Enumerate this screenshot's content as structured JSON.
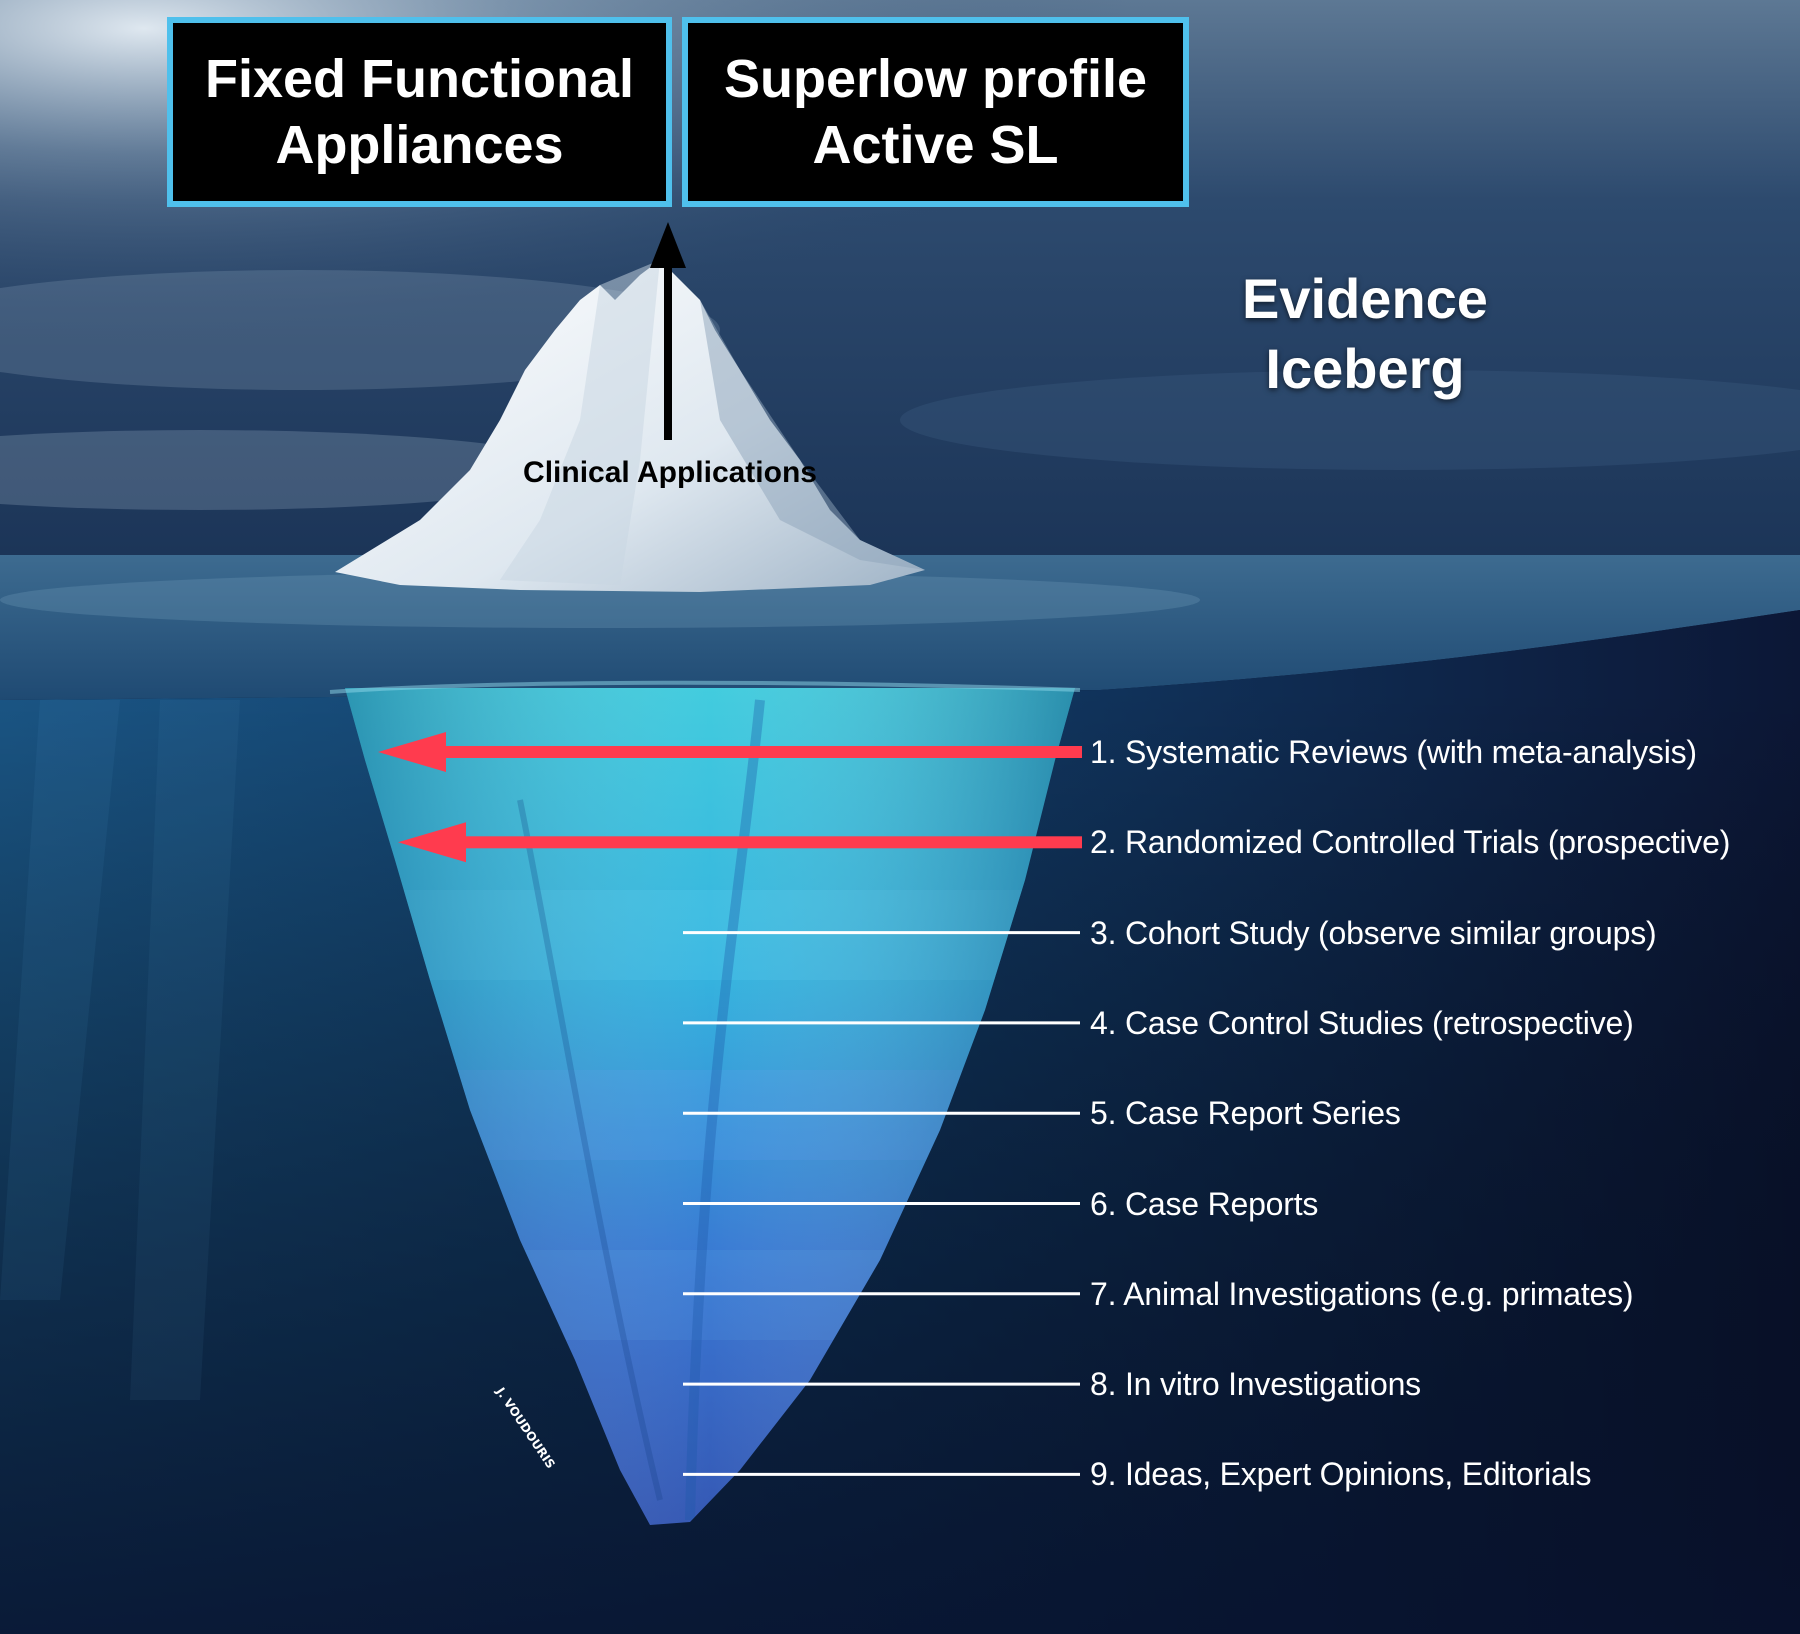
{
  "header_boxes": {
    "left_lines": [
      "Fixed Functional",
      "Appliances"
    ],
    "right_lines": [
      "Superlow profile",
      "Active SL"
    ]
  },
  "title_lines": [
    "Evidence",
    "Iceberg"
  ],
  "peak_label": "Clinical Applications",
  "signature": "J. VOUDOURIS",
  "levels": [
    {
      "label": "1. Systematic Reviews (with meta-analysis)",
      "pointer": "red-arrow"
    },
    {
      "label": "2. Randomized Controlled Trials (prospective)",
      "pointer": "red-arrow"
    },
    {
      "label": "3. Cohort Study (observe similar groups)",
      "pointer": "white-line"
    },
    {
      "label": "4. Case Control Studies (retrospective)",
      "pointer": "white-line"
    },
    {
      "label": "5. Case Report Series",
      "pointer": "white-line"
    },
    {
      "label": "6. Case Reports",
      "pointer": "white-line"
    },
    {
      "label": "7. Animal Investigations (e.g. primates)",
      "pointer": "white-line"
    },
    {
      "label": "8. In vitro Investigations",
      "pointer": "white-line"
    },
    {
      "label": "9. Ideas, Expert Opinions, Editorials",
      "pointer": "white-line"
    }
  ],
  "colors": {
    "box_border": "#4fc0ec",
    "arrow_red": "#ff3b4e",
    "deep_water": "#0b1530",
    "ice_cyan": "#2fc4dc"
  }
}
